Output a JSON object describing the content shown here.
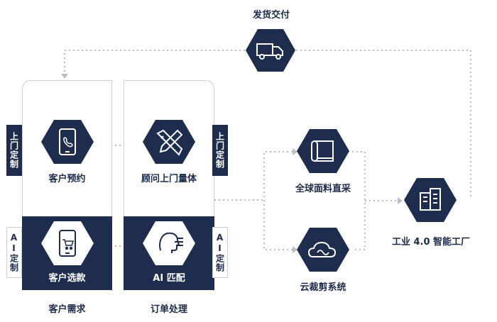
{
  "top_label": "发货交付",
  "columns": {
    "customer": {
      "top_node": "客户预约",
      "bottom_node": "客户选款",
      "caption": "客户需求"
    },
    "order": {
      "top_node": "顾问上门量体",
      "bottom_node": "AI 匹配",
      "caption": "订单处理"
    }
  },
  "side_tags": {
    "custom_visit": "上门定制",
    "ai_custom": "AI定制"
  },
  "nodes": {
    "global_fabric": "全球面料直采",
    "cloud_cutting": "云裁剪系统",
    "smart_factory": "工业 4.0 智能工厂"
  },
  "icons": {
    "delivery": "truck-icon",
    "appointment": "phone-icon",
    "measure": "ruler-pencil-icon",
    "select": "cart-phone-icon",
    "ai_match": "ai-head-icon",
    "fabric": "fabric-roll-icon",
    "cloud": "cloud-icon",
    "factory": "building-icon"
  },
  "colors": {
    "navy": "#1e2c4d",
    "dots": "#b8bec8",
    "border": "#c9d0dc"
  }
}
